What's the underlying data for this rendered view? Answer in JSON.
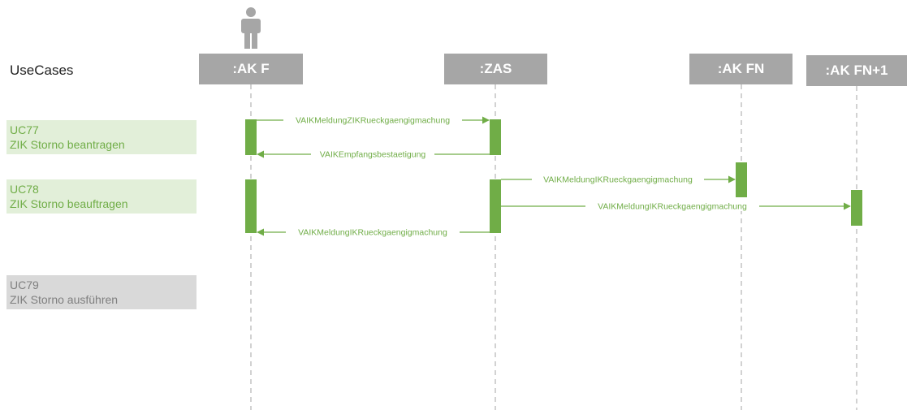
{
  "title": "UseCases",
  "use_cases": [
    {
      "id": "UC77",
      "name": "ZIK Storno beantragen",
      "state": "active"
    },
    {
      "id": "UC78",
      "name": "ZIK Storno beauftragen",
      "state": "active"
    },
    {
      "id": "UC79",
      "name": "ZIK Storno ausführen",
      "state": "inactive"
    }
  ],
  "lifelines": [
    {
      "label": ":AK F",
      "has_actor_icon": true
    },
    {
      "label": ":ZAS"
    },
    {
      "label": ":AK FN"
    },
    {
      "label": ":AK FN+1"
    }
  ],
  "messages": [
    {
      "label": "VAIKMeldungZIKRueckgaengigmachung",
      "from": ":AK F",
      "to": ":ZAS"
    },
    {
      "label": "VAIKEmpfangsbestaetigung",
      "from": ":ZAS",
      "to": ":AK F"
    },
    {
      "label": "VAIKMeldungIKRueckgaengigmachung",
      "from": ":ZAS",
      "to": ":AK FN"
    },
    {
      "label": "VAIKMeldungIKRueckgaengigmachung",
      "from": ":ZAS",
      "to": ":AK FN+1"
    },
    {
      "label": "VAIKMeldungIKRueckgaengigmachung",
      "from": ":ZAS",
      "to": ":AK F"
    }
  ],
  "colors": {
    "accent": "#70ad47",
    "lifeline_box": "#a6a6a6",
    "active_bg": "#e2efd9",
    "inactive_bg": "#d9d9d9",
    "inactive_text": "#7f7f7f",
    "dashed_line": "#a6a6a6"
  }
}
